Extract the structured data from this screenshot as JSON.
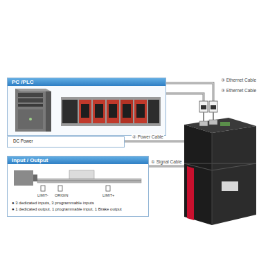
{
  "diagram": {
    "nodes": [
      {
        "text": [
          "PC /PLC"
        ]
      },
      {
        "text": [
          "DC Power"
        ]
      },
      {
        "text": [
          "Input / Output",
          "● 3 dedicated inputs, 3 programmable inputs",
          "● 1 dedicated output, 1 programmable input, 1 Brake output"
        ]
      }
    ],
    "labels": [
      "③ Ethernet Cable",
      "③ Ethernet Cable",
      "② Power Cable",
      "① Signal Cable",
      "LIMIT-",
      "ORIGIN",
      "LIMIT+"
    ]
  }
}
